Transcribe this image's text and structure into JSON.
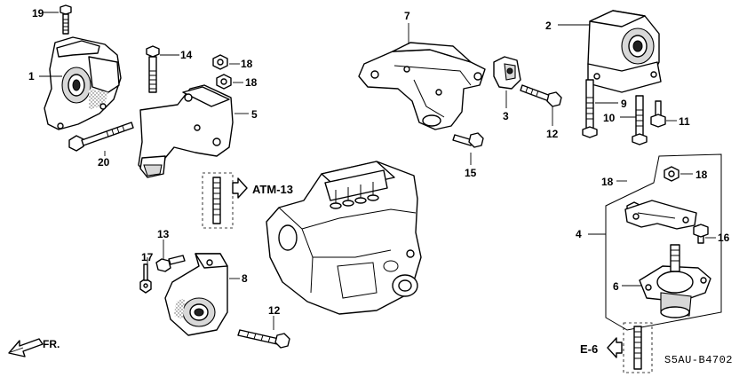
{
  "callouts": {
    "c1": "1",
    "c2": "2",
    "c3": "3",
    "c4": "4",
    "c5": "5",
    "c6": "6",
    "c7": "7",
    "c8": "8",
    "c9": "9",
    "c10": "10",
    "c11": "11",
    "c12a": "12",
    "c12b": "12",
    "c13": "13",
    "c14": "14",
    "c15": "15",
    "c16": "16",
    "c17": "17",
    "c18a": "18",
    "c18b": "18",
    "c18c": "18",
    "c18d": "18",
    "c19": "19",
    "c20": "20"
  },
  "references": {
    "atm": "ATM-13",
    "e6": "E-6",
    "front": "FR."
  },
  "diagram_code": "S5AU-B4702"
}
